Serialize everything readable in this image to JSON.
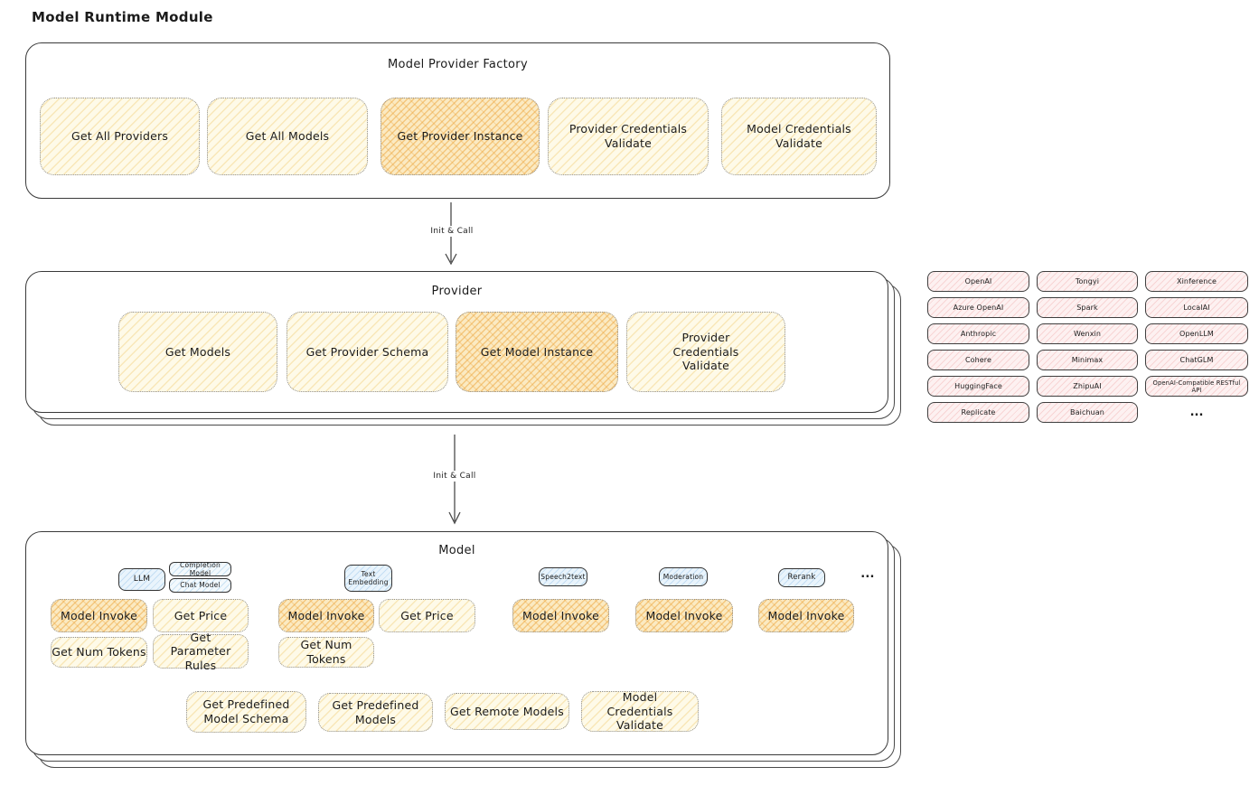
{
  "title": "Model Runtime Module",
  "factory": {
    "title": "Model Provider Factory",
    "cards": [
      {
        "label": "Get All Providers"
      },
      {
        "label": "Get All Models"
      },
      {
        "label": "Get Provider Instance"
      },
      {
        "label": "Provider Credentials Validate"
      },
      {
        "label": "Model Credentials Validate"
      }
    ]
  },
  "arrow1": {
    "label": "Init & Call"
  },
  "arrow2": {
    "label": "Init & Call"
  },
  "provider": {
    "title": "Provider",
    "cards": [
      {
        "label": "Get Models"
      },
      {
        "label": "Get Provider Schema"
      },
      {
        "label": "Get Model Instance"
      },
      {
        "label": "Provider Credentials Validate"
      }
    ]
  },
  "providers": {
    "items": [
      "OpenAI",
      "Tongyi",
      "Xinference",
      "Azure OpenAI",
      "Spark",
      "LocalAI",
      "Anthropic",
      "Wenxin",
      "OpenLLM",
      "Cohere",
      "Minimax",
      "ChatGLM",
      "HuggingFace",
      "ZhipuAI",
      "OpenAI-Compatible RESTful API",
      "Replicate",
      "Baichuan"
    ],
    "more": "..."
  },
  "model": {
    "title": "Model",
    "tabs": {
      "llm": "LLM",
      "completion_model": "Completion Model",
      "chat_model": "Chat Model",
      "text_embedding": "Text Embedding",
      "speech2text": "Speech2text",
      "moderation": "Moderation",
      "rerank": "Rerank",
      "more": "..."
    },
    "buttons": {
      "model_invoke": "Model Invoke",
      "get_price": "Get Price",
      "get_num_tokens": "Get Num Tokens",
      "get_parameter_rules": "Get Parameter Rules"
    },
    "bottom": [
      {
        "label": "Get Predefined Model Schema"
      },
      {
        "label": "Get Predefined Models"
      },
      {
        "label": "Get Remote Models"
      },
      {
        "label": "Model Credentials Validate"
      }
    ]
  },
  "colors": {
    "yellow_fill": "#fefae8",
    "orange_fill": "#fbeac2",
    "blue_fill": "#e9f4fc",
    "pink_fill": "#fdf1f1",
    "border_dark": "#3a3a3a"
  }
}
